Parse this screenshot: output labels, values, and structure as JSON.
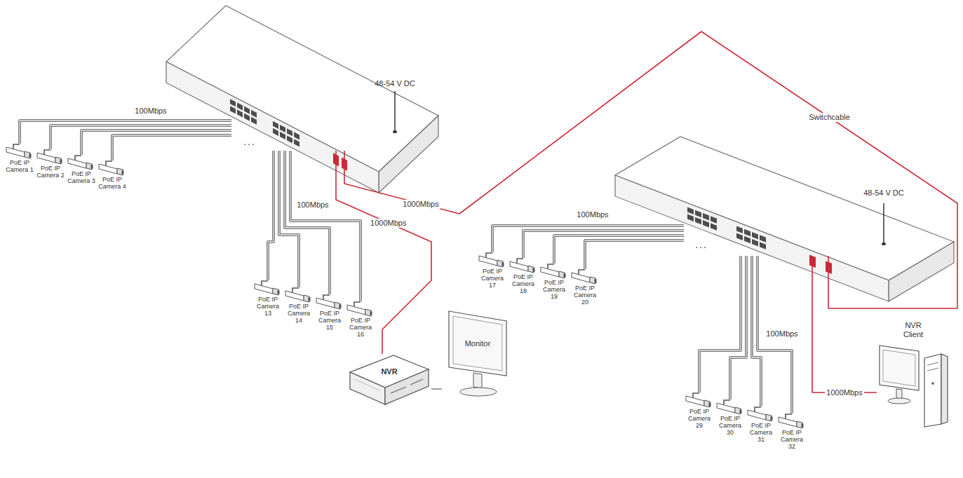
{
  "diagram": {
    "nodes": [
      {
        "text": [
          "48-54 V DC"
        ]
      },
      {
        "text": [
          "PoE IP Camera 1"
        ]
      },
      {
        "text": [
          "PoE IP Camera 2"
        ]
      },
      {
        "text": [
          "PoE IP Camera 3"
        ]
      },
      {
        "text": [
          "PoE IP Camera 4"
        ]
      },
      {
        "text": [
          "PoE IP Camera 13"
        ]
      },
      {
        "text": [
          "PoE IP Camera 14"
        ]
      },
      {
        "text": [
          "PoE IP Camera 15"
        ]
      },
      {
        "text": [
          "PoE IP Camera 16"
        ]
      },
      {
        "text": [
          "48-54 V DC"
        ]
      },
      {
        "text": [
          "PoE IP Camera 17"
        ]
      },
      {
        "text": [
          "PoE IP Camera 18"
        ]
      },
      {
        "text": [
          "PoE IP Camera 19"
        ]
      },
      {
        "text": [
          "PoE IP Camera 20"
        ]
      },
      {
        "text": [
          "PoE IP Camera 29"
        ]
      },
      {
        "text": [
          "PoE IP Camera 30"
        ]
      },
      {
        "text": [
          "PoE IP Camera 31"
        ]
      },
      {
        "text": [
          "PoE IP Camera 32"
        ]
      },
      {
        "text": [
          "NVR"
        ]
      },
      {
        "text": [
          "Monitor"
        ]
      },
      {
        "text": [
          "NVR Client"
        ]
      }
    ],
    "edges": [
      {
        "from": 1,
        "to": 0,
        "arrow": "none"
      },
      {
        "from": 2,
        "to": 0,
        "arrow": "none"
      },
      {
        "from": 3,
        "to": 0,
        "arrow": "none"
      },
      {
        "from": 4,
        "to": 0,
        "arrow": "none"
      },
      {
        "from": 5,
        "to": 0,
        "arrow": "none"
      },
      {
        "from": 6,
        "to": 0,
        "arrow": "none"
      },
      {
        "from": 7,
        "to": 0,
        "arrow": "none"
      },
      {
        "from": 8,
        "to": 0,
        "arrow": "none"
      },
      {
        "from": 10,
        "to": 9,
        "arrow": "none"
      },
      {
        "from": 11,
        "to": 9,
        "arrow": "none"
      },
      {
        "from": 12,
        "to": 9,
        "arrow": "none"
      },
      {
        "from": 13,
        "to": 9,
        "arrow": "none"
      },
      {
        "from": 14,
        "to": 9,
        "arrow": "none"
      },
      {
        "from": 15,
        "to": 9,
        "arrow": "none"
      },
      {
        "from": 16,
        "to": 9,
        "arrow": "none"
      },
      {
        "from": 17,
        "to": 9,
        "arrow": "none"
      },
      {
        "from": 0,
        "to": 18,
        "label": "1000Mbps",
        "arrow": "none"
      },
      {
        "from": 0,
        "to": 9,
        "label": "Switchcable",
        "arrow": "none"
      },
      {
        "from": 9,
        "to": 20,
        "label": "1000Mbps",
        "arrow": "none"
      },
      {
        "from": 18,
        "to": 19,
        "arrow": "none"
      }
    ],
    "labels": [
      "100Mbps",
      "100Mbps",
      "100Mbps",
      "100Mbps",
      "1000Mbps",
      "...",
      "..."
    ]
  }
}
